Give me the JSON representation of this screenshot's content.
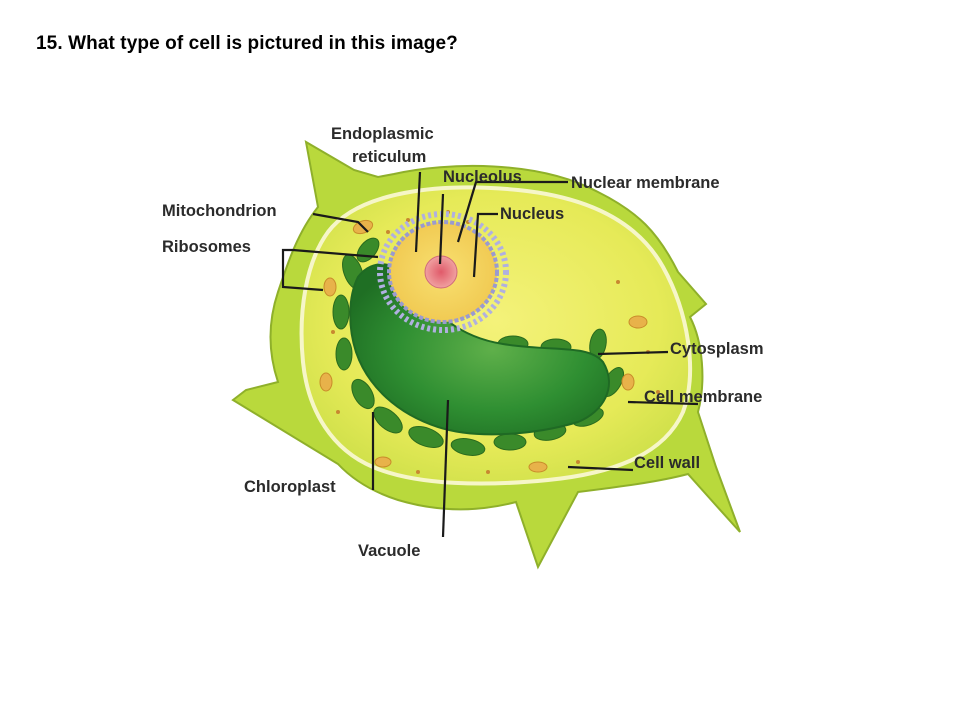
{
  "question": "15. What type of cell is pictured in this image?",
  "diagram": {
    "labels": {
      "er_line1": "Endoplasmic",
      "er_line2": "reticulum",
      "nucleolus": "Nucleolus",
      "nuclear_membrane": "Nuclear membrane",
      "mitochondrion": "Mitochondrion",
      "nucleus": "Nucleus",
      "ribosomes": "Ribosomes",
      "cytoplasm": "Cytosplasm",
      "cell_membrane": "Cell membrane",
      "cell_wall": "Cell wall",
      "chloroplast": "Chloroplast",
      "vacuole": "Vacuole"
    },
    "colors": {
      "cell_wall": "#b8d83a",
      "cytoplasm": "#e8ec5c",
      "vacuole": "#2f8f2f",
      "chloroplast": "#3a8a2a",
      "nucleus": "#f2d45a",
      "nucleolus": "#e88a8a",
      "nuclear_envelope": "#a8a8d8"
    }
  }
}
